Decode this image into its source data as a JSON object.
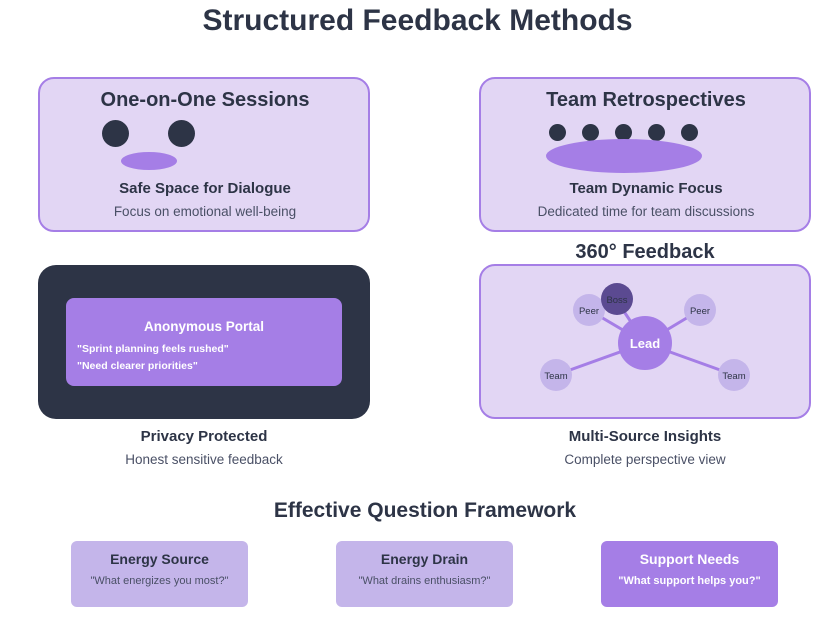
{
  "title": "Structured Feedback Methods",
  "one_on_one": {
    "title": "One-on-One Sessions",
    "subtitle": "Safe Space for Dialogue",
    "description": "Focus on emotional well-being"
  },
  "team_retro": {
    "title": "Team Retrospectives",
    "subtitle": "Team Dynamic Focus",
    "description": "Dedicated time for team discussions"
  },
  "anonymous": {
    "portal_title": "Anonymous Portal",
    "messages": [
      "\"Sprint planning feels rushed\"",
      "\"Need clearer priorities\""
    ],
    "subtitle": "Privacy Protected",
    "description": "Honest sensitive feedback"
  },
  "feedback_360": {
    "title": "360° Feedback",
    "center": "Lead",
    "nodes": [
      "Boss",
      "Peer",
      "Peer",
      "Team",
      "Team"
    ],
    "subtitle": "Multi-Source Insights",
    "description": "Complete perspective view"
  },
  "framework": {
    "title": "Effective Question Framework",
    "cards": [
      {
        "title": "Energy Source",
        "question": "\"What energizes you most?\""
      },
      {
        "title": "Energy Drain",
        "question": "\"What drains enthusiasm?\""
      },
      {
        "title": "Support Needs",
        "question": "\"What support helps you?\""
      }
    ]
  },
  "colors": {
    "primary": "#a57ee6",
    "light": "#e2d6f4",
    "mid": "#c4b5ea",
    "dark": "#2d3446",
    "boss": "#5b4a91"
  }
}
